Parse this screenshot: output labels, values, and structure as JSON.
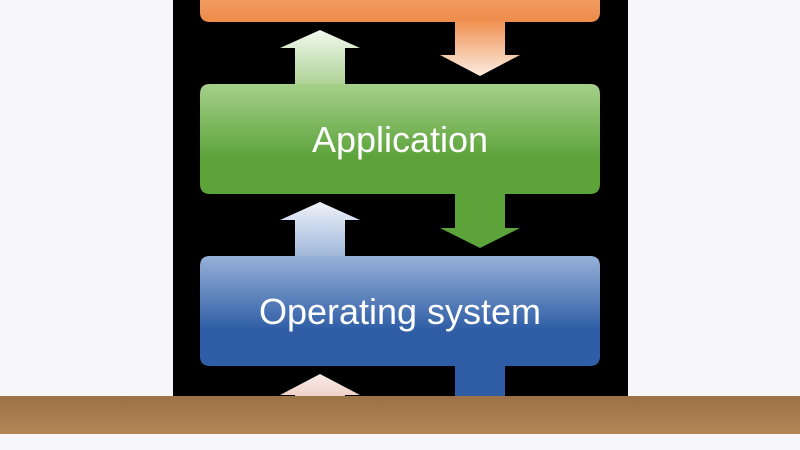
{
  "diagram": {
    "nodes": [
      {
        "id": "top-layer",
        "label": "",
        "color": "#f08c4a"
      },
      {
        "id": "application",
        "label": "Application",
        "color": "#5ca33a"
      },
      {
        "id": "operating-system",
        "label": "Operating system",
        "color": "#2f5ea6"
      }
    ],
    "colors": {
      "panel_background": "#000000",
      "page_background": "#f7f7fa",
      "floor": "#9b7246",
      "up_arrow_to_application": "#d7ead0",
      "up_arrow_to_os": "#d6def0",
      "up_arrow_bottom": "#f2d6cf",
      "down_arrow_to_application": "#f6dfd0"
    }
  }
}
